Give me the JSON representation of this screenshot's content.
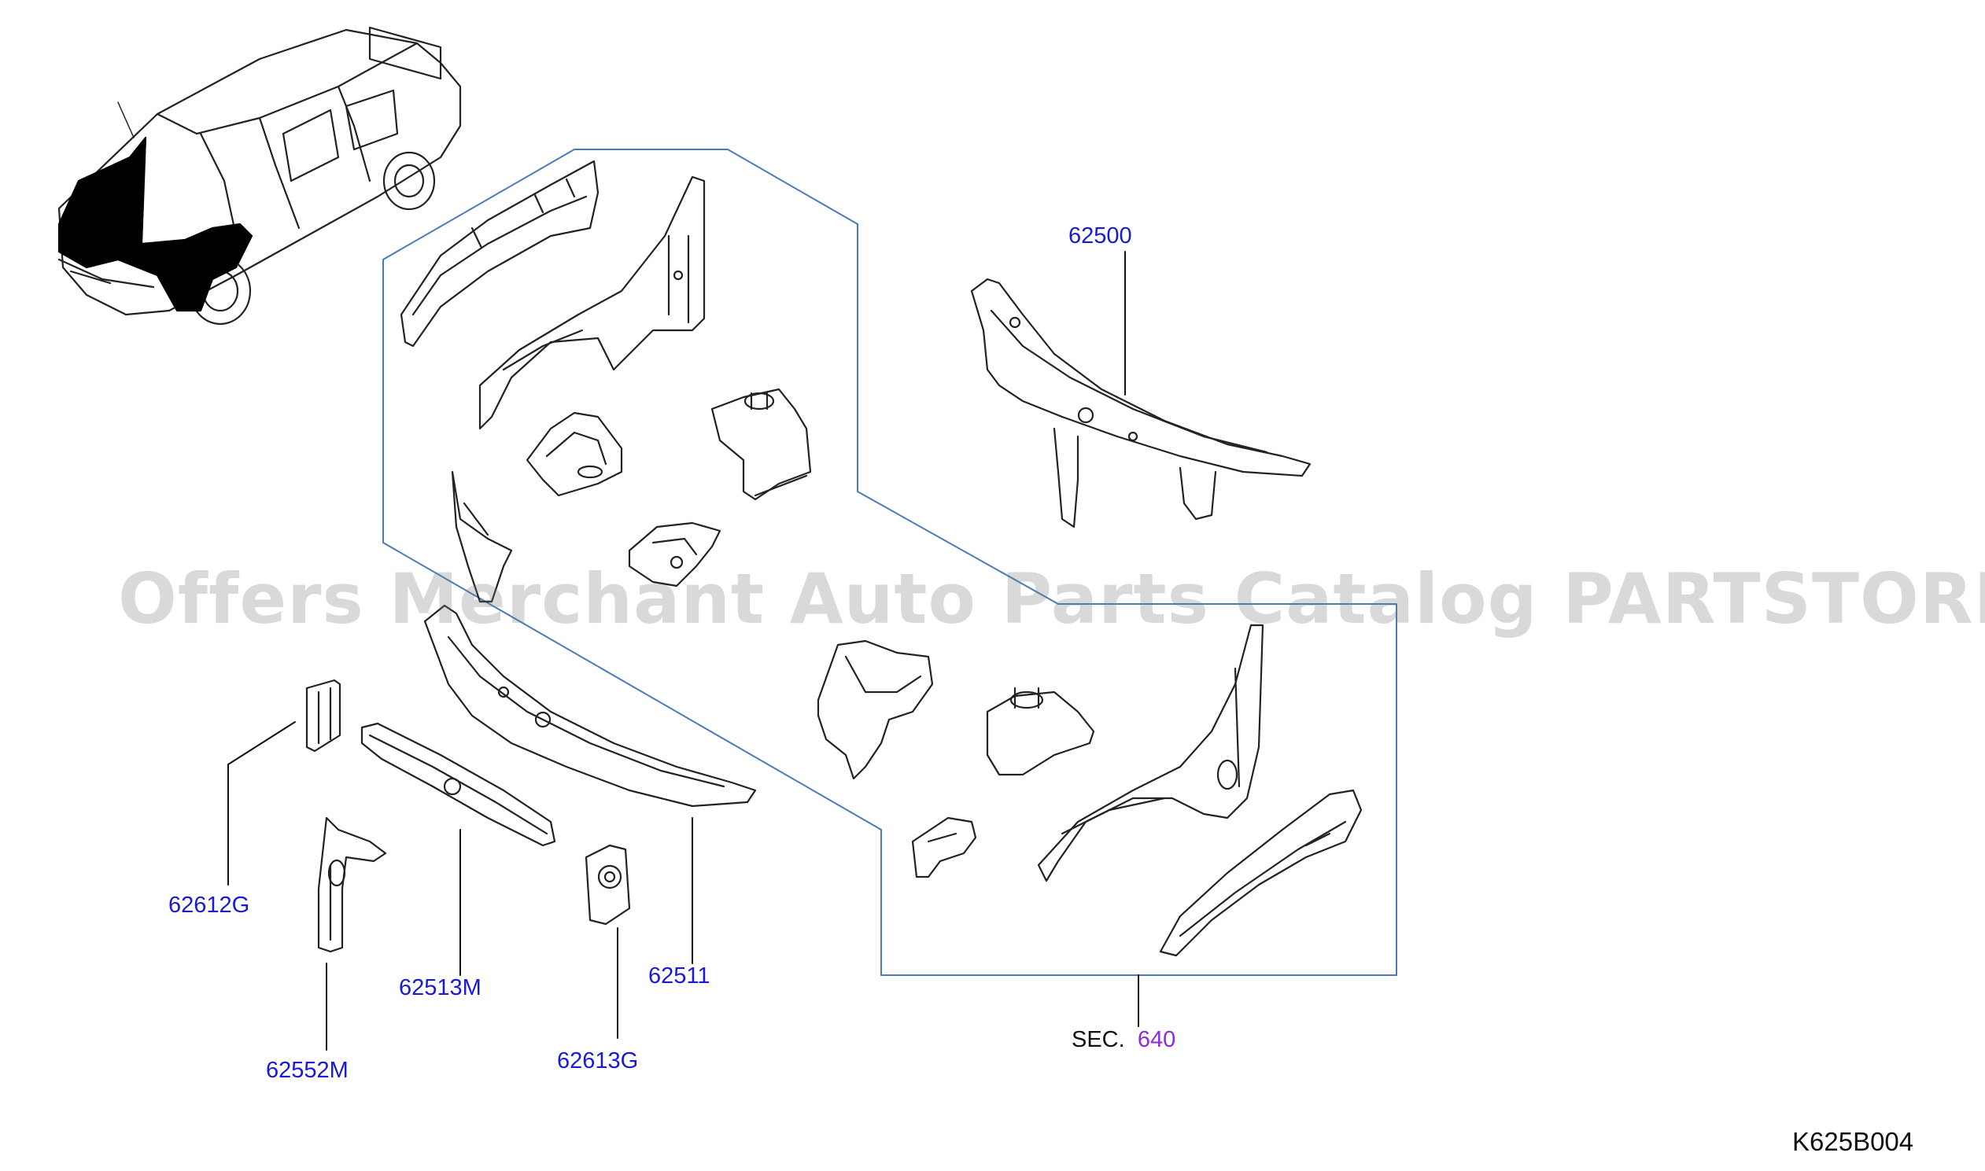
{
  "watermark": "Offers Merchant Auto Parts Catalog PARTSTORE.SA",
  "diagram_code": "K625B004",
  "section_ref": {
    "prefix": "SEC.",
    "number": "640"
  },
  "parts": {
    "p62500": "62500",
    "p62511": "62511",
    "p62513M": "62513M",
    "p62552M": "62552M",
    "p62612G": "62612G",
    "p62613G": "62613G"
  },
  "colors": {
    "label": "#1a1ad6",
    "section_link": "#8a2be2",
    "outline_box": "#4a7bb7",
    "line_art": "#222222"
  }
}
